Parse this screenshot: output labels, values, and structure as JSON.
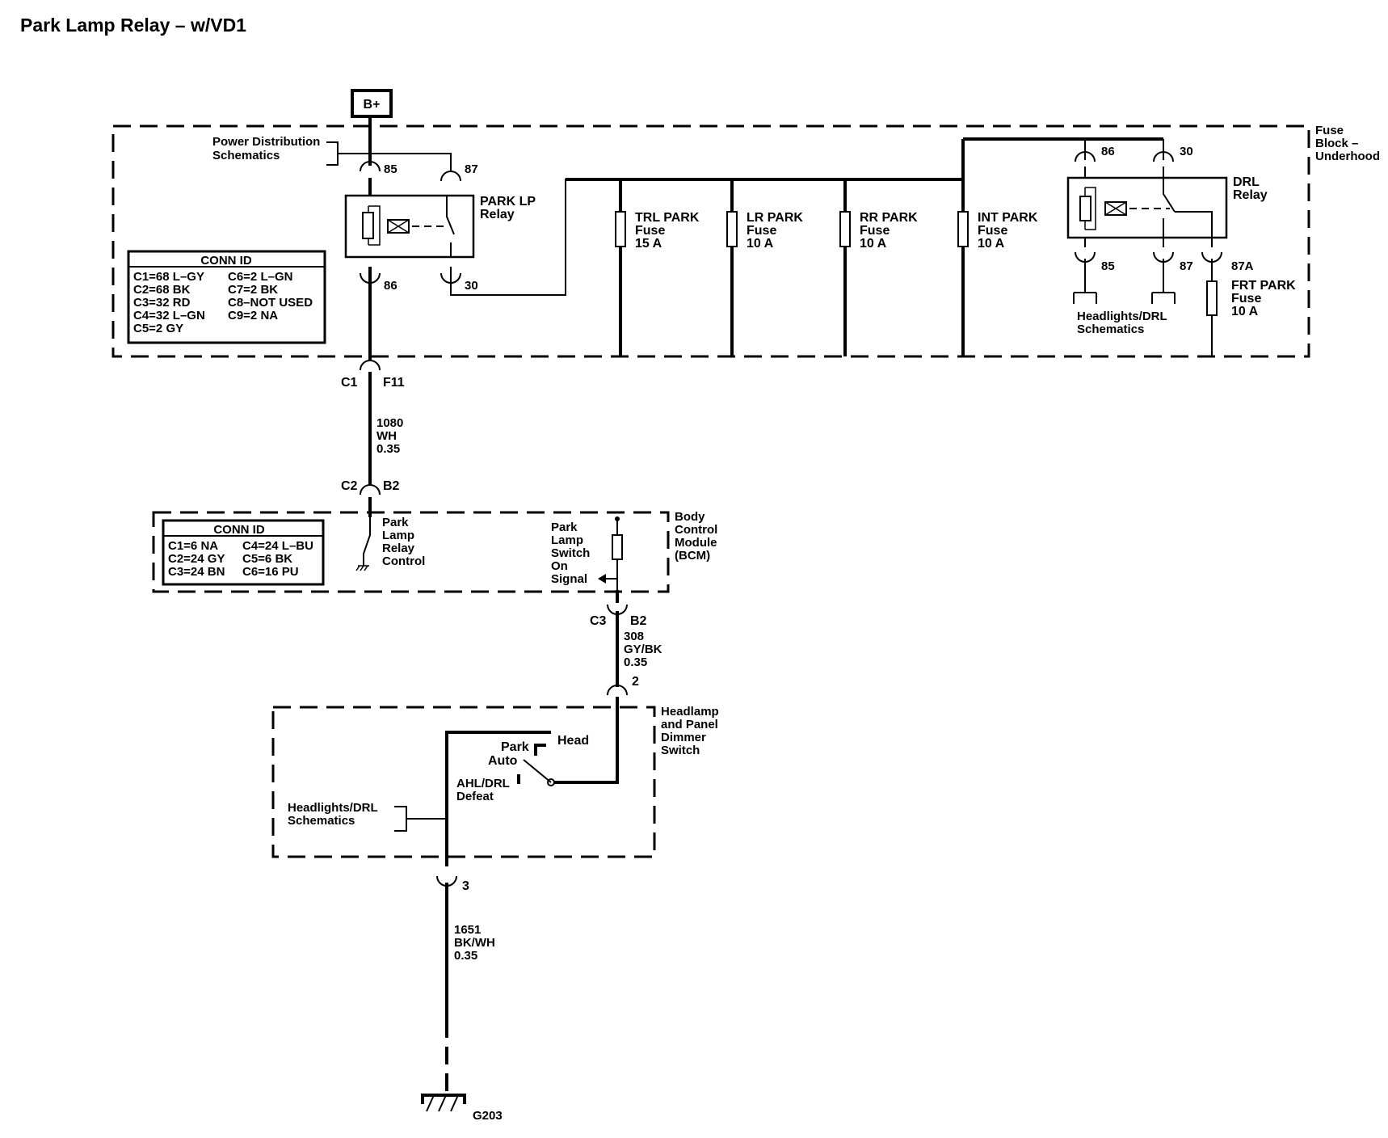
{
  "title": "Park Lamp Relay – w/VD1",
  "bplus": "B+",
  "fuse_block": {
    "label": [
      "Fuse",
      "Block –",
      "Underhood"
    ],
    "power_dist": [
      "Power Distribution",
      "Schematics"
    ],
    "park_relay": {
      "name": [
        "PARK LP",
        "Relay"
      ],
      "pins": {
        "p85": "85",
        "p87": "87",
        "p86": "86",
        "p30": "30"
      }
    },
    "fuses": [
      {
        "name": "TRL PARK",
        "type": "Fuse",
        "rating": "15 A"
      },
      {
        "name": "LR PARK",
        "type": "Fuse",
        "rating": "10 A"
      },
      {
        "name": "RR PARK",
        "type": "Fuse",
        "rating": "10 A"
      },
      {
        "name": "INT PARK",
        "type": "Fuse",
        "rating": "10 A"
      }
    ],
    "drl_relay": {
      "name": [
        "DRL",
        "Relay"
      ],
      "pins": {
        "p86": "86",
        "p30": "30",
        "p85": "85",
        "p87": "87",
        "p87a": "87A"
      }
    },
    "frt_fuse": {
      "name": "FRT PARK",
      "type": "Fuse",
      "rating": "10 A"
    },
    "headlights_ref": [
      "Headlights/DRL",
      "Schematics"
    ],
    "conn_id": {
      "header": "CONN ID",
      "left": [
        "C1=68 L–GY",
        "C2=68 BK",
        "C3=32 RD",
        "C4=32 L–GN",
        "C5=2 GY"
      ],
      "right": [
        "C6=2 L–GN",
        "C7=2 BK",
        "C8–NOT USED",
        "C9=2 NA"
      ]
    }
  },
  "wire1": {
    "conn_a": "C1",
    "pin_a": "F11",
    "circuit": "1080",
    "color": "WH",
    "gauge": "0.35",
    "conn_b": "C2",
    "pin_b": "B2"
  },
  "bcm": {
    "label": [
      "Body",
      "Control",
      "Module",
      "(BCM)"
    ],
    "relay_control": [
      "Park",
      "Lamp",
      "Relay",
      "Control"
    ],
    "switch_signal": [
      "Park",
      "Lamp",
      "Switch",
      "On",
      "Signal"
    ],
    "conn_id": {
      "header": "CONN ID",
      "left": [
        "C1=6 NA",
        "C2=24 GY",
        "C3=24 BN"
      ],
      "right": [
        "C4=24 L–BU",
        "C5=6 BK",
        "C6=16 PU"
      ]
    }
  },
  "wire2": {
    "conn": "C3",
    "pin": "B2",
    "circuit": "308",
    "color": "GY/BK",
    "gauge": "0.35",
    "pin_end": "2"
  },
  "dimmer": {
    "label": [
      "Headlamp",
      "and Panel",
      "Dimmer",
      "Switch"
    ],
    "park": "Park",
    "head": "Head",
    "auto": "Auto",
    "ahl": [
      "AHL/DRL",
      "Defeat"
    ],
    "headlights_ref": [
      "Headlights/DRL",
      "Schematics"
    ]
  },
  "wire3": {
    "pin": "3",
    "circuit": "1651",
    "color": "BK/WH",
    "gauge": "0.35"
  },
  "ground": "G203"
}
